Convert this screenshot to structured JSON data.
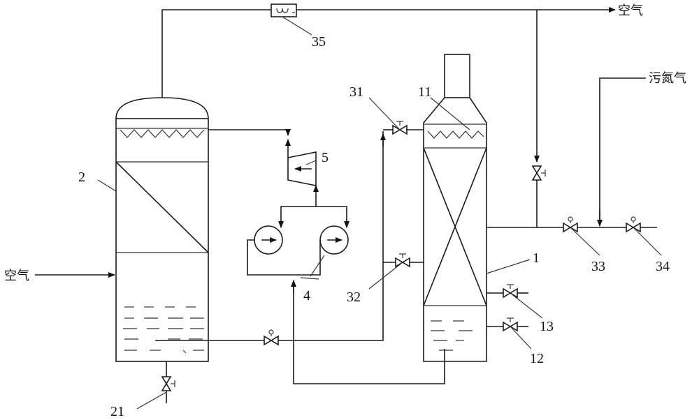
{
  "labels": {
    "air_top": "空气",
    "air_left": "空气",
    "waste_nitrogen": "污氮气",
    "n1": "1",
    "n2": "2",
    "n4": "4",
    "n5": "5",
    "n11": "11",
    "n12": "12",
    "n13": "13",
    "n21": "21",
    "n31": "31",
    "n32": "32",
    "n33": "33",
    "n34": "34",
    "n35": "35"
  }
}
